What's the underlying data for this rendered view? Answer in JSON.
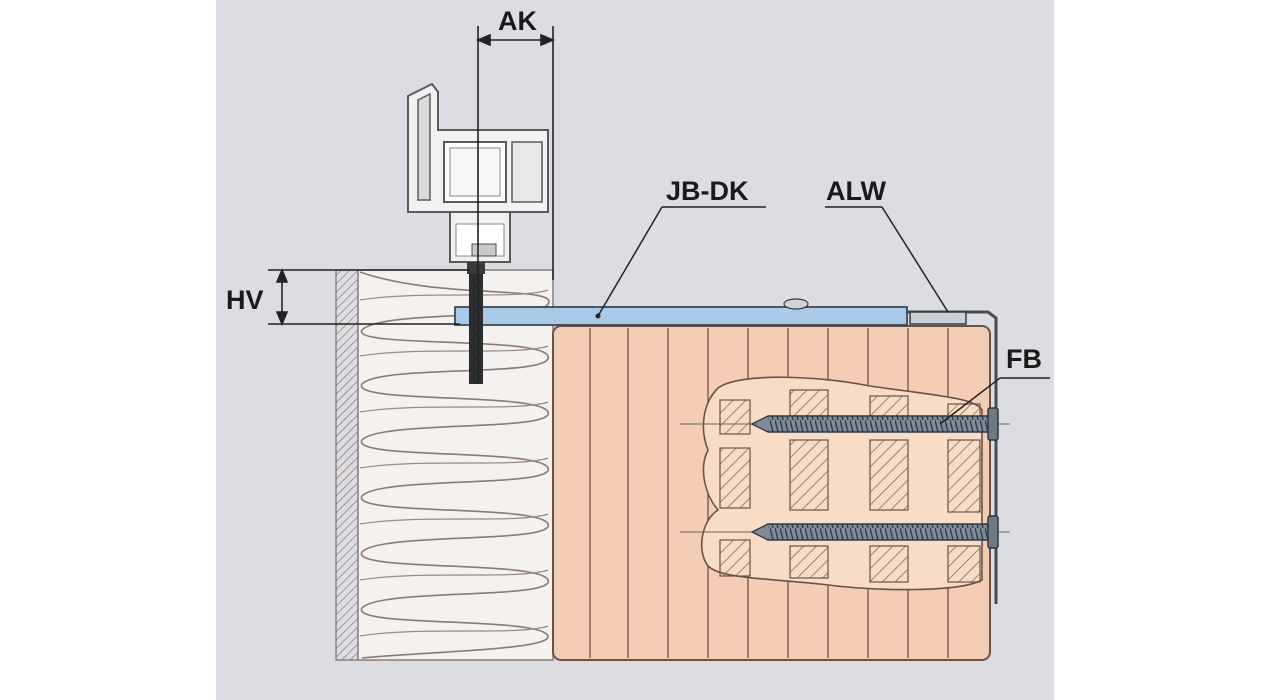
{
  "labels": {
    "ak": "AK",
    "hv": "HV",
    "jb_dk": "JB-DK",
    "alw": "ALW",
    "fb": "FB"
  },
  "colors": {
    "paper": "#dcdde2",
    "wood": "#f5cdb4",
    "wood_line": "#6b5248",
    "insulation_line": "#8a7a78",
    "plate": "#a9c9e6",
    "frame": "#f2f2f2",
    "screw": "#5f6c78"
  }
}
